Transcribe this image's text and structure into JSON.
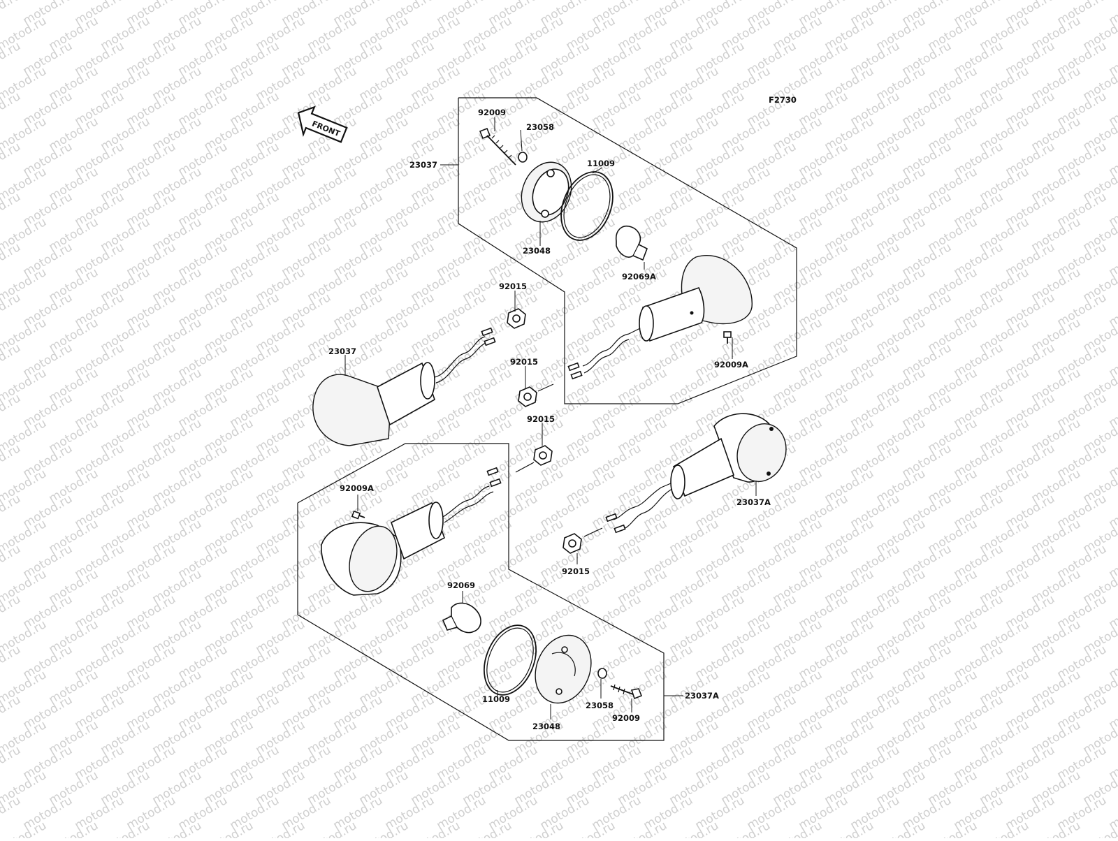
{
  "diagram_code": "F2730",
  "front_label": "FRONT",
  "watermark": "motod.ru",
  "labels": {
    "upper_screw": "92009",
    "upper_washer": "23058",
    "upper_group": "23037",
    "upper_gasket": "11009",
    "upper_lens": "23048",
    "upper_bulb": "92069A",
    "upper_nut": "92015",
    "upper_small_screw": "92009A",
    "left_lamp": "23037",
    "mid_nut": "92015",
    "right_nut": "92015",
    "right_lamp": "23037A",
    "lower_nut": "92015",
    "lower_small_screw": "92009A",
    "lower_bulb": "92069",
    "lower_gasket": "11009",
    "lower_washer": "23058",
    "lower_lens": "23048",
    "lower_screw": "92009",
    "lower_group": "23037A"
  }
}
